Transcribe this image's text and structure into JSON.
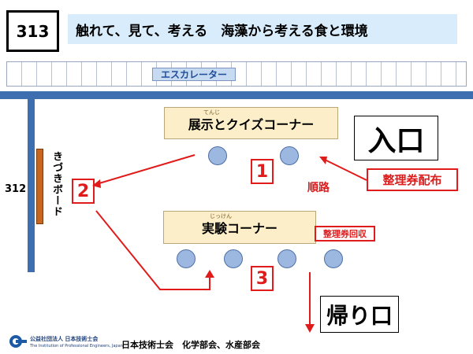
{
  "header": {
    "room_number": "313",
    "title": "触れて、見て、考える　海藻から考える食と環境"
  },
  "escalator_label": "エスカレーター",
  "left_room_number": "312",
  "board_label": "きづきボード",
  "stations": {
    "quiz": {
      "ruby": "てんじ",
      "label": "展示とクイズコーナー"
    },
    "experiment": {
      "ruby": "じっけん",
      "label": "実験コーナー"
    }
  },
  "numbers": [
    "1",
    "2",
    "3"
  ],
  "route_label": "順路",
  "entrance_label": "入口",
  "ticket_distribution_label": "整理券配布",
  "ticket_collection_label": "整理券回収",
  "exit_label": "帰り口",
  "footer": {
    "logo_text": "公益社団法人 日本技術士会",
    "logo_subtext": "The Institution of Professional Engineers, Japan",
    "organizers": "日本技術士会　化学部会、水産部会"
  },
  "colors": {
    "accent_red": "#e01b1b",
    "wall_blue": "#3d6fb0",
    "banner_blue": "#d9ecfb",
    "table_cream": "#fbeec8",
    "seat_blue": "#9db8e0",
    "board_orange": "#c8661f"
  }
}
